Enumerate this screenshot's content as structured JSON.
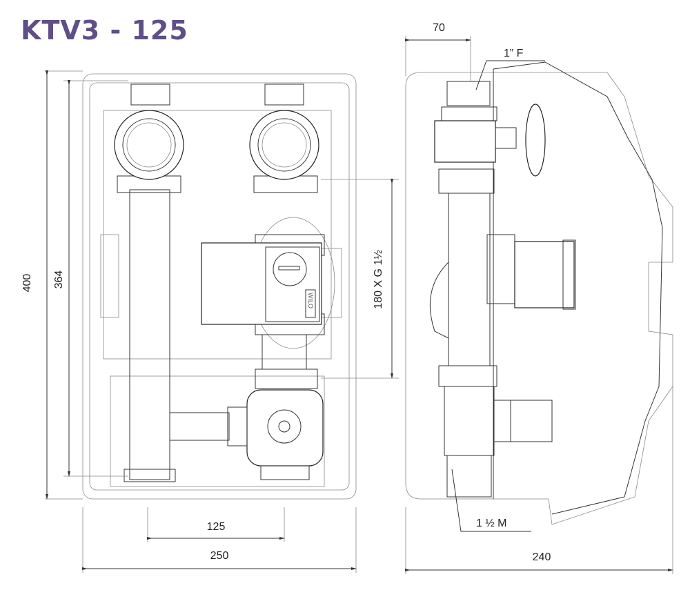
{
  "title": "KTV3 - 125",
  "pump_logo": "WILO",
  "dimensions": {
    "height_total": "400",
    "height_inner": "364",
    "pipe_spacing": "125",
    "width_front": "250",
    "pump_length": "180 X G 1½",
    "side_offset": "70",
    "top_connection": "1” F",
    "bottom_connection": "1 ½ M",
    "depth": "240"
  },
  "colors": {
    "title": "#5f4f86",
    "lines": "#333333"
  }
}
